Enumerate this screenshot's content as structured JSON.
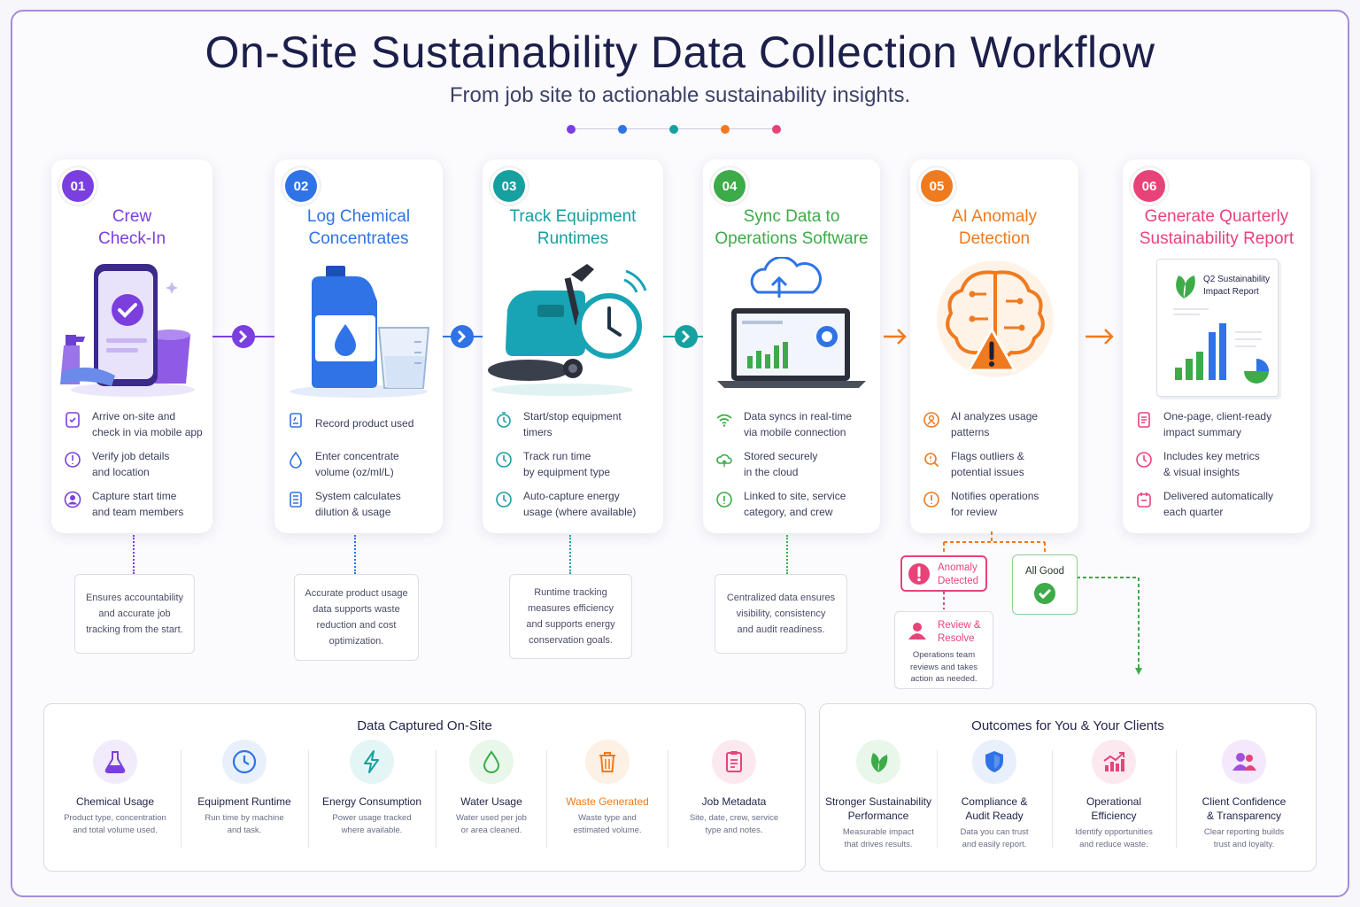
{
  "header": {
    "title": "On-Site Sustainability Data Collection Workflow",
    "subtitle": "From job site to actionable sustainability insights."
  },
  "colors": {
    "step1": "#7b3fe0",
    "step2": "#2f73e6",
    "step3": "#16a0a0",
    "step4": "#3cab48",
    "step5": "#f07a1e",
    "step6": "#e84378"
  },
  "steps": [
    {
      "number": "01",
      "title_line1": "Crew",
      "title_line2": "Check-In",
      "items": [
        {
          "icon": "phone-icon",
          "line1": "Arrive on-site and",
          "line2": "check in via mobile app"
        },
        {
          "icon": "location-icon",
          "line1": "Verify job details",
          "line2": "and location"
        },
        {
          "icon": "user-icon",
          "line1": "Capture start time",
          "line2": "and team members"
        }
      ],
      "note": [
        "Ensures accountability",
        "and accurate job",
        "tracking from the start."
      ]
    },
    {
      "number": "02",
      "title_line1": "Log Chemical",
      "title_line2": "Concentrates",
      "items": [
        {
          "icon": "clipboard-icon",
          "line1": "Record product used",
          "line2": ""
        },
        {
          "icon": "drop-icon",
          "line1": "Enter concentrate",
          "line2": "volume (oz/ml/L)"
        },
        {
          "icon": "calculator-icon",
          "line1": "System calculates",
          "line2": "dilution & usage"
        }
      ],
      "note": [
        "Accurate product usage",
        "data supports waste",
        "reduction and cost",
        "optimization."
      ]
    },
    {
      "number": "03",
      "title_line1": "Track Equipment",
      "title_line2": "Runtimes",
      "items": [
        {
          "icon": "stopwatch-icon",
          "line1": "Start/stop equipment",
          "line2": "timers"
        },
        {
          "icon": "clock-icon",
          "line1": "Track run time",
          "line2": "by equipment type"
        },
        {
          "icon": "clock-icon",
          "line1": "Auto-capture energy",
          "line2": "usage (where available)"
        }
      ],
      "note": [
        "Runtime tracking",
        "measures efficiency",
        "and supports energy",
        "conservation goals."
      ]
    },
    {
      "number": "04",
      "title_line1": "Sync Data to",
      "title_line2": "Operations Software",
      "items": [
        {
          "icon": "wifi-icon",
          "line1": "Data syncs in real-time",
          "line2": "via mobile connection"
        },
        {
          "icon": "cloud-icon",
          "line1": "Stored securely",
          "line2": "in the cloud"
        },
        {
          "icon": "info-icon",
          "line1": "Linked to site, service",
          "line2": "category, and crew"
        }
      ],
      "note": [
        "Centralized data ensures",
        "visibility, consistency",
        "and audit readiness."
      ]
    },
    {
      "number": "05",
      "title_line1": "AI Anomaly",
      "title_line2": "Detection",
      "items": [
        {
          "icon": "ai-icon",
          "line1": "AI analyzes usage",
          "line2": "patterns"
        },
        {
          "icon": "search-icon",
          "line1": "Flags outliers &",
          "line2": "potential issues"
        },
        {
          "icon": "alert-icon",
          "line1": "Notifies operations",
          "line2": "for review"
        }
      ],
      "note": []
    },
    {
      "number": "06",
      "title_line1": "Generate Quarterly",
      "title_line2": "Sustainability Report",
      "items": [
        {
          "icon": "document-icon",
          "line1": "One-page, client-ready",
          "line2": "impact summary"
        },
        {
          "icon": "chart-icon",
          "line1": "Includes key metrics",
          "line2": "& visual insights"
        },
        {
          "icon": "calendar-icon",
          "line1": "Delivered automatically",
          "line2": "each quarter"
        }
      ],
      "note": []
    }
  ],
  "report_illustration": {
    "line1": "Q2 Sustainability",
    "line2": "Impact Report"
  },
  "branches": {
    "anomaly_line1": "Anomaly",
    "anomaly_line2": "Detected",
    "all_good": "All Good",
    "review_line1": "Review &",
    "review_line2": "Resolve",
    "review_desc": [
      "Operations team",
      "reviews and takes",
      "action as needed."
    ]
  },
  "data_captured": {
    "title": "Data Captured On-Site",
    "items": [
      {
        "icon": "flask-icon",
        "title": "Chemical Usage",
        "desc1": "Product type, concentration",
        "desc2": "and total volume used.",
        "color": "#7b3fe0"
      },
      {
        "icon": "clock-icon",
        "title": "Equipment Runtime",
        "desc1": "Run time by machine",
        "desc2": "and task.",
        "color": "#2f73e6"
      },
      {
        "icon": "bolt-icon",
        "title": "Energy Consumption",
        "desc1": "Power usage tracked",
        "desc2": "where available.",
        "color": "#16a0a0"
      },
      {
        "icon": "drop-icon",
        "title": "Water Usage",
        "desc1": "Water used per job",
        "desc2": "or area cleaned.",
        "color": "#3cab48"
      },
      {
        "icon": "trash-icon",
        "title": "Waste Generated",
        "desc1": "Waste type and",
        "desc2": "estimated volume.",
        "color": "#f07a1e"
      },
      {
        "icon": "clipboard-icon",
        "title": "Job Metadata",
        "desc1": "Site, date, crew, service",
        "desc2": "type and notes.",
        "color": "#e84378"
      }
    ]
  },
  "outcomes": {
    "title": "Outcomes for You & Your Clients",
    "items": [
      {
        "icon": "leaf-icon",
        "title1": "Stronger Sustainability",
        "title2": "Performance",
        "desc1": "Measurable impact",
        "desc2": "that drives results.",
        "color": "#3cab48"
      },
      {
        "icon": "shield-icon",
        "title1": "Compliance &",
        "title2": "Audit Ready",
        "desc1": "Data you can trust",
        "desc2": "and easily report.",
        "color": "#2f73e6"
      },
      {
        "icon": "growth-chart-icon",
        "title1": "Operational",
        "title2": "Efficiency",
        "desc1": "Identify opportunities",
        "desc2": "and reduce waste.",
        "color": "#e84378"
      },
      {
        "icon": "people-icon",
        "title1": "Client Confidence",
        "title2": "& Transparency",
        "desc1": "Clear reporting builds",
        "desc2": "trust and loyalty.",
        "color": "#a24fe0"
      }
    ]
  }
}
